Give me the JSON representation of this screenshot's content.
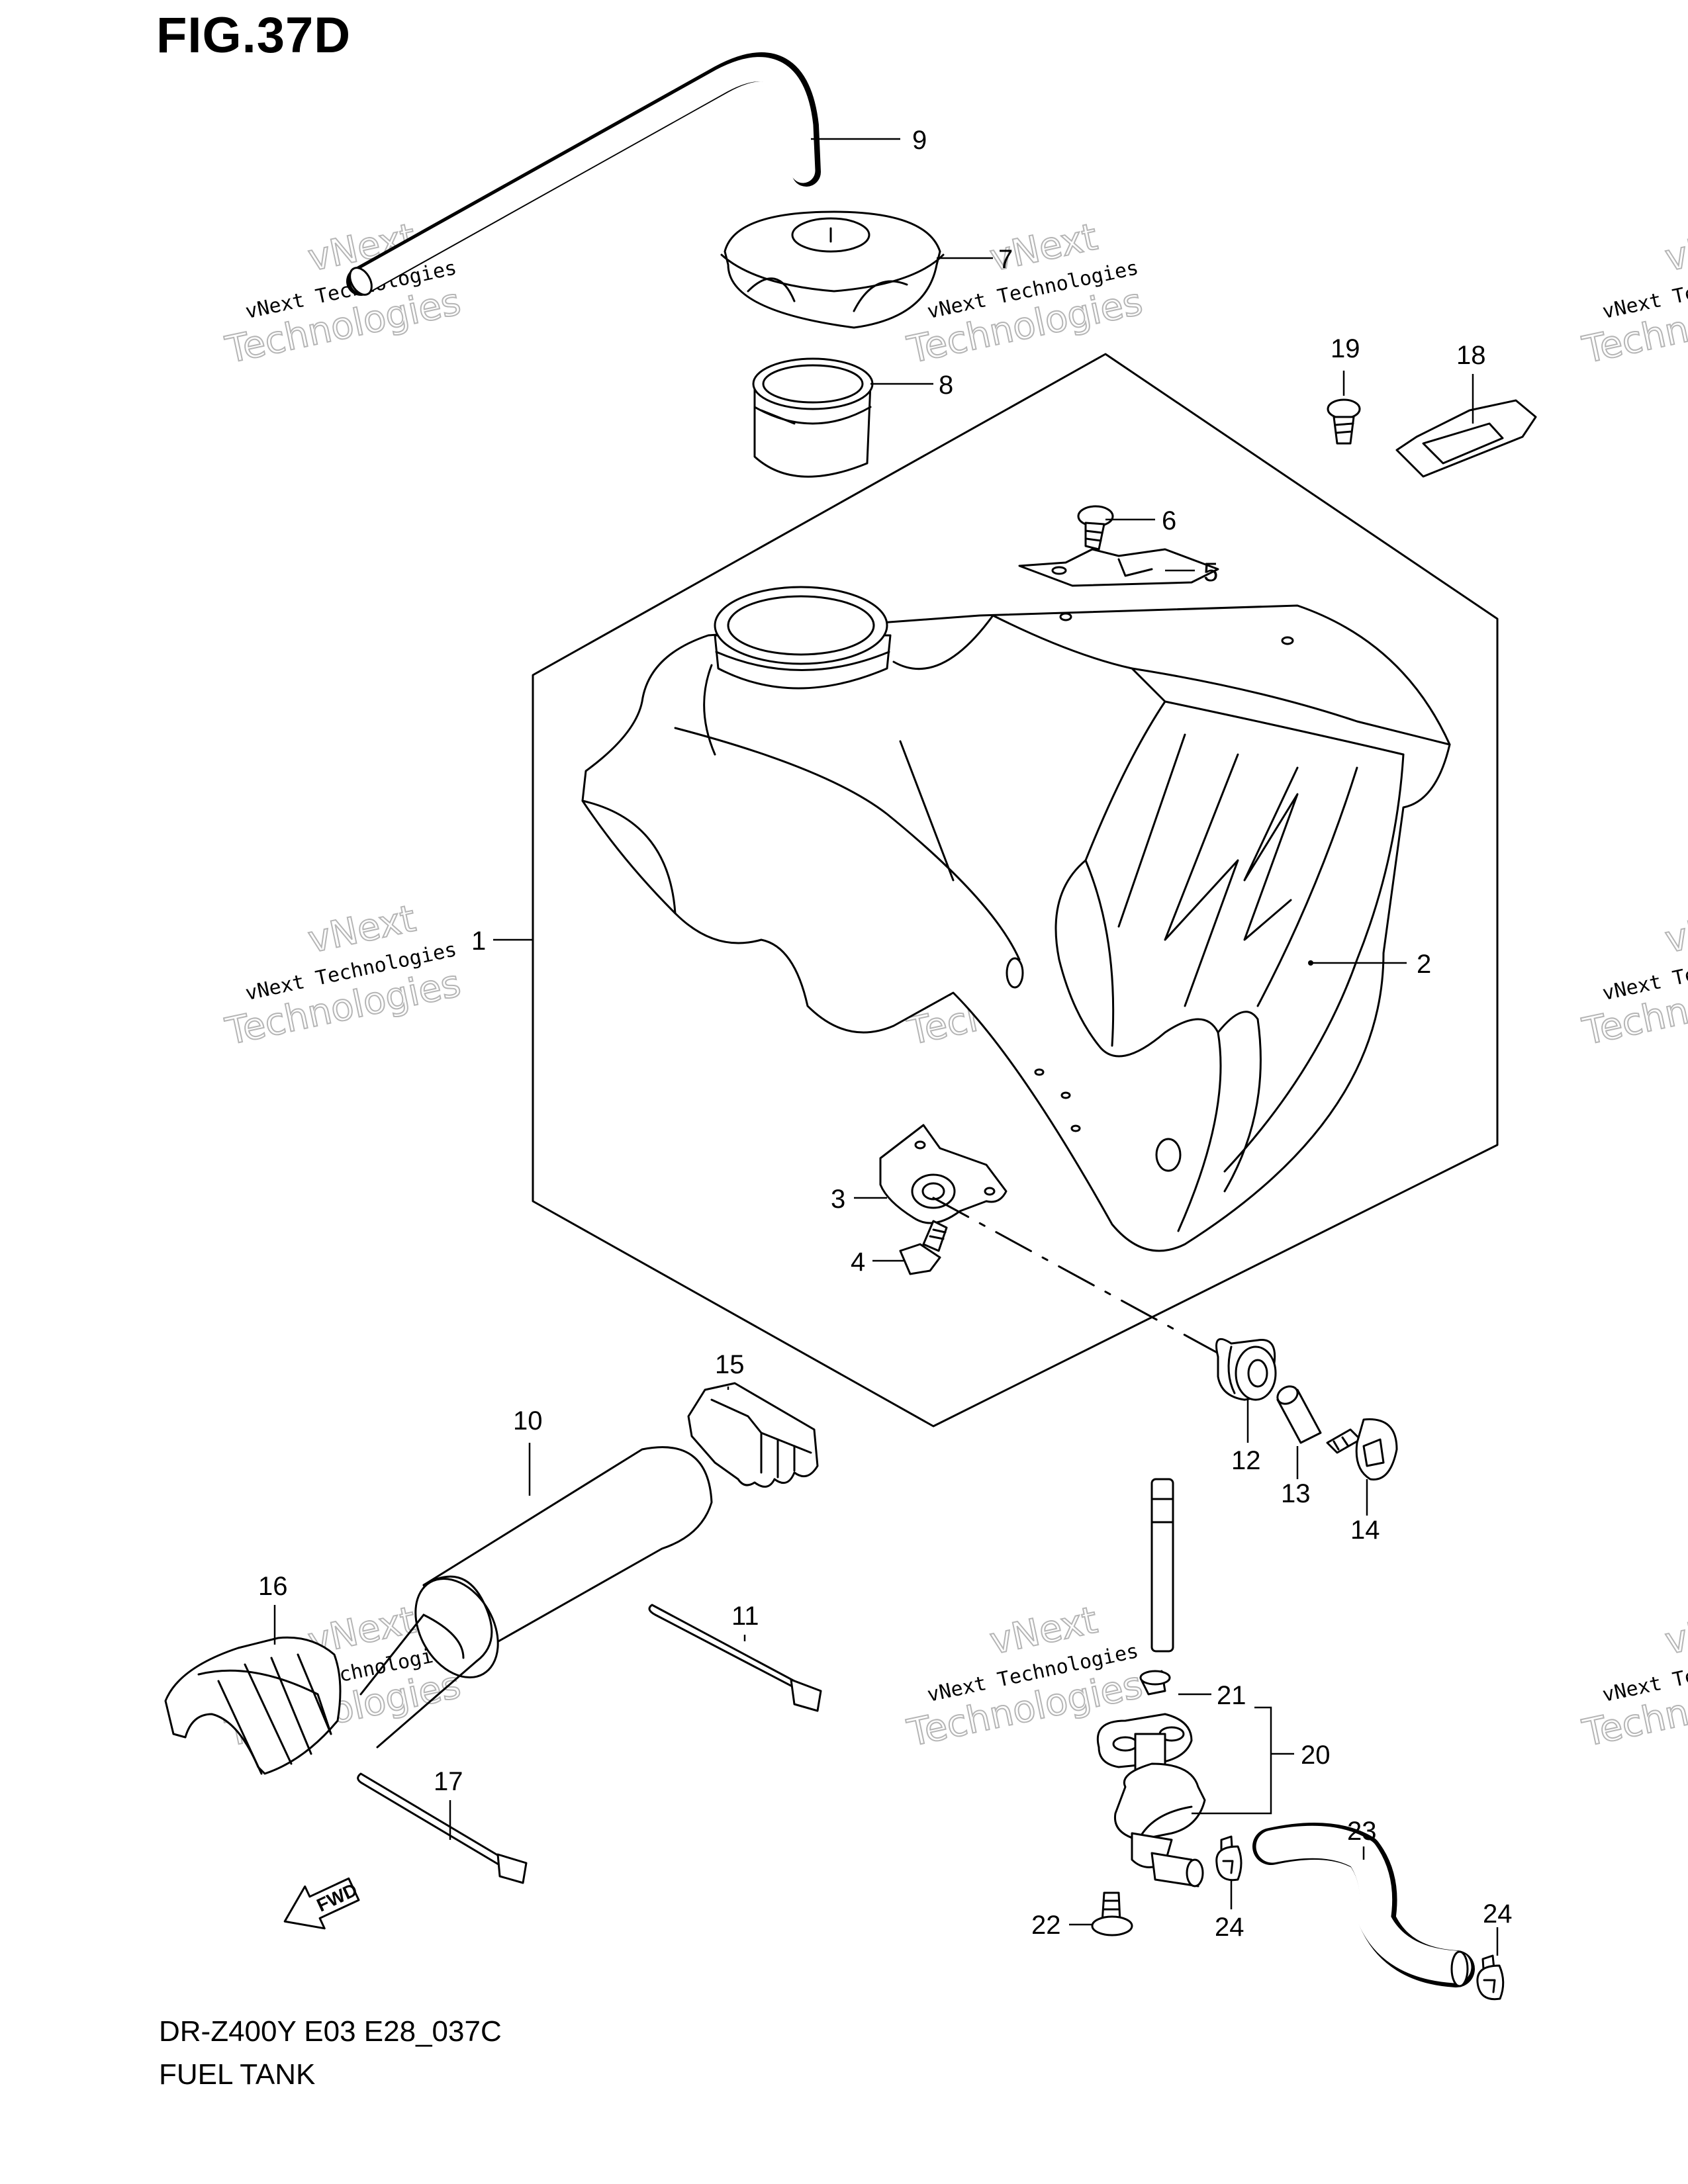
{
  "figure_title": "FIG.37D",
  "diagram_code": "DR-Z400Y E03 E28_037C",
  "diagram_name": "FUEL TANK",
  "fwd_arrow_label": "FWD",
  "watermark": {
    "line1": "vNext",
    "line2": "vNext Technologies",
    "line3": "Technologies"
  },
  "callouts": [
    "1",
    "2",
    "3",
    "4",
    "5",
    "6",
    "7",
    "8",
    "9",
    "10",
    "11",
    "12",
    "13",
    "14",
    "15",
    "16",
    "17",
    "18",
    "19",
    "20",
    "21",
    "22",
    "23",
    "24"
  ]
}
